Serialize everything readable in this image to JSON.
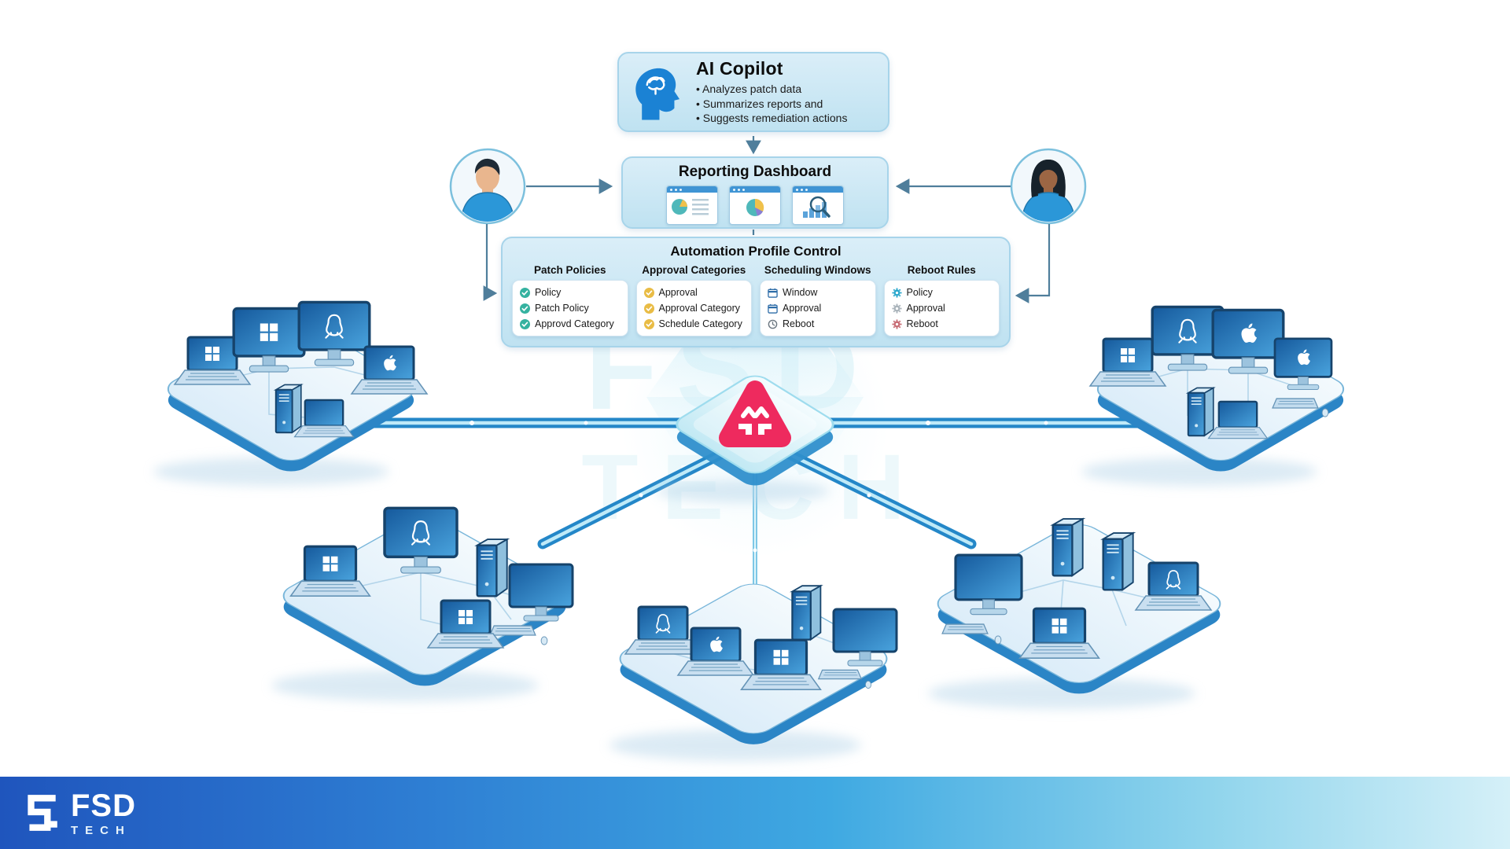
{
  "header": {
    "ai_copilot": {
      "title": "AI Copilot",
      "bullets": [
        "Analyzes patch data",
        "Summarizes reports and",
        "Suggests remediation actions"
      ],
      "icon": "ai-brain-head-icon"
    },
    "reporting_dashboard": {
      "title": "Reporting Dashboard",
      "widgets": [
        "report-pie-list-icon",
        "pie-chart-icon",
        "search-bars-icon"
      ]
    }
  },
  "automation_profile_control": {
    "title": "Automation Profile Control",
    "columns": [
      {
        "heading": "Patch Policies",
        "items": [
          {
            "icon": "check-teal",
            "label": "Policy"
          },
          {
            "icon": "check-teal",
            "label": "Patch Policy"
          },
          {
            "icon": "check-teal",
            "label": "Approvd Category"
          }
        ]
      },
      {
        "heading": "Approval Categories",
        "items": [
          {
            "icon": "check-yellow",
            "label": "Approval"
          },
          {
            "icon": "check-yellow",
            "label": "Approval Category"
          },
          {
            "icon": "check-yellow",
            "label": "Schedule Category"
          }
        ]
      },
      {
        "heading": "Scheduling Windows",
        "items": [
          {
            "icon": "calendar",
            "label": "Window"
          },
          {
            "icon": "calendar",
            "label": "Approval"
          },
          {
            "icon": "clock",
            "label": "Reboot"
          }
        ]
      },
      {
        "heading": "Reboot Rules",
        "items": [
          {
            "icon": "gear-blue",
            "label": "Policy"
          },
          {
            "icon": "gear-gray",
            "label": "Approval"
          },
          {
            "icon": "gear-red",
            "label": "Reboot"
          }
        ]
      }
    ]
  },
  "watermark": {
    "line1": "FSD",
    "line2": "TECH"
  },
  "footer": {
    "brand": "FSD",
    "sub": "TECH"
  },
  "colors": {
    "box_fill": "#cfe9f6",
    "box_border": "#a7d4ea",
    "accent_blue": "#2f8fd0",
    "check_teal": "#35b2a0",
    "check_yellow": "#e9bc45",
    "gear_blue": "#2aa7cc",
    "gear_gray": "#a9b3ba",
    "gear_red": "#c76b74",
    "hub_logo_red": "#ee2a5e",
    "pipe_blue": "#2487c8",
    "footer_gradient_left": "#1f55bd",
    "footer_gradient_right": "#d5f0f8"
  },
  "platforms": [
    {
      "name": "endpoint-group-top-left",
      "devices": [
        "windows-laptop",
        "windows-monitor",
        "linux-monitor",
        "apple-laptop",
        "desktop-tower",
        "laptop"
      ]
    },
    {
      "name": "endpoint-group-top-right",
      "devices": [
        "windows-laptop",
        "linux-monitor",
        "apple-monitor",
        "apple-monitor",
        "keyboard",
        "mouse",
        "desktop-tower",
        "laptop"
      ]
    },
    {
      "name": "endpoint-group-bottom-left",
      "devices": [
        "windows-laptop",
        "linux-monitor",
        "desktop-tower",
        "monitor",
        "keyboard",
        "mouse",
        "windows-laptop"
      ]
    },
    {
      "name": "endpoint-group-bottom-center",
      "devices": [
        "linux-laptop",
        "apple-laptop",
        "windows-laptop",
        "desktop-tower",
        "monitor",
        "keyboard",
        "mouse"
      ]
    },
    {
      "name": "endpoint-group-bottom-right",
      "devices": [
        "monitor",
        "keyboard",
        "mouse",
        "desktop-tower",
        "desktop-tower",
        "linux-laptop",
        "windows-laptop"
      ]
    }
  ],
  "avatars": [
    {
      "name": "admin-user-left"
    },
    {
      "name": "admin-user-right"
    }
  ]
}
